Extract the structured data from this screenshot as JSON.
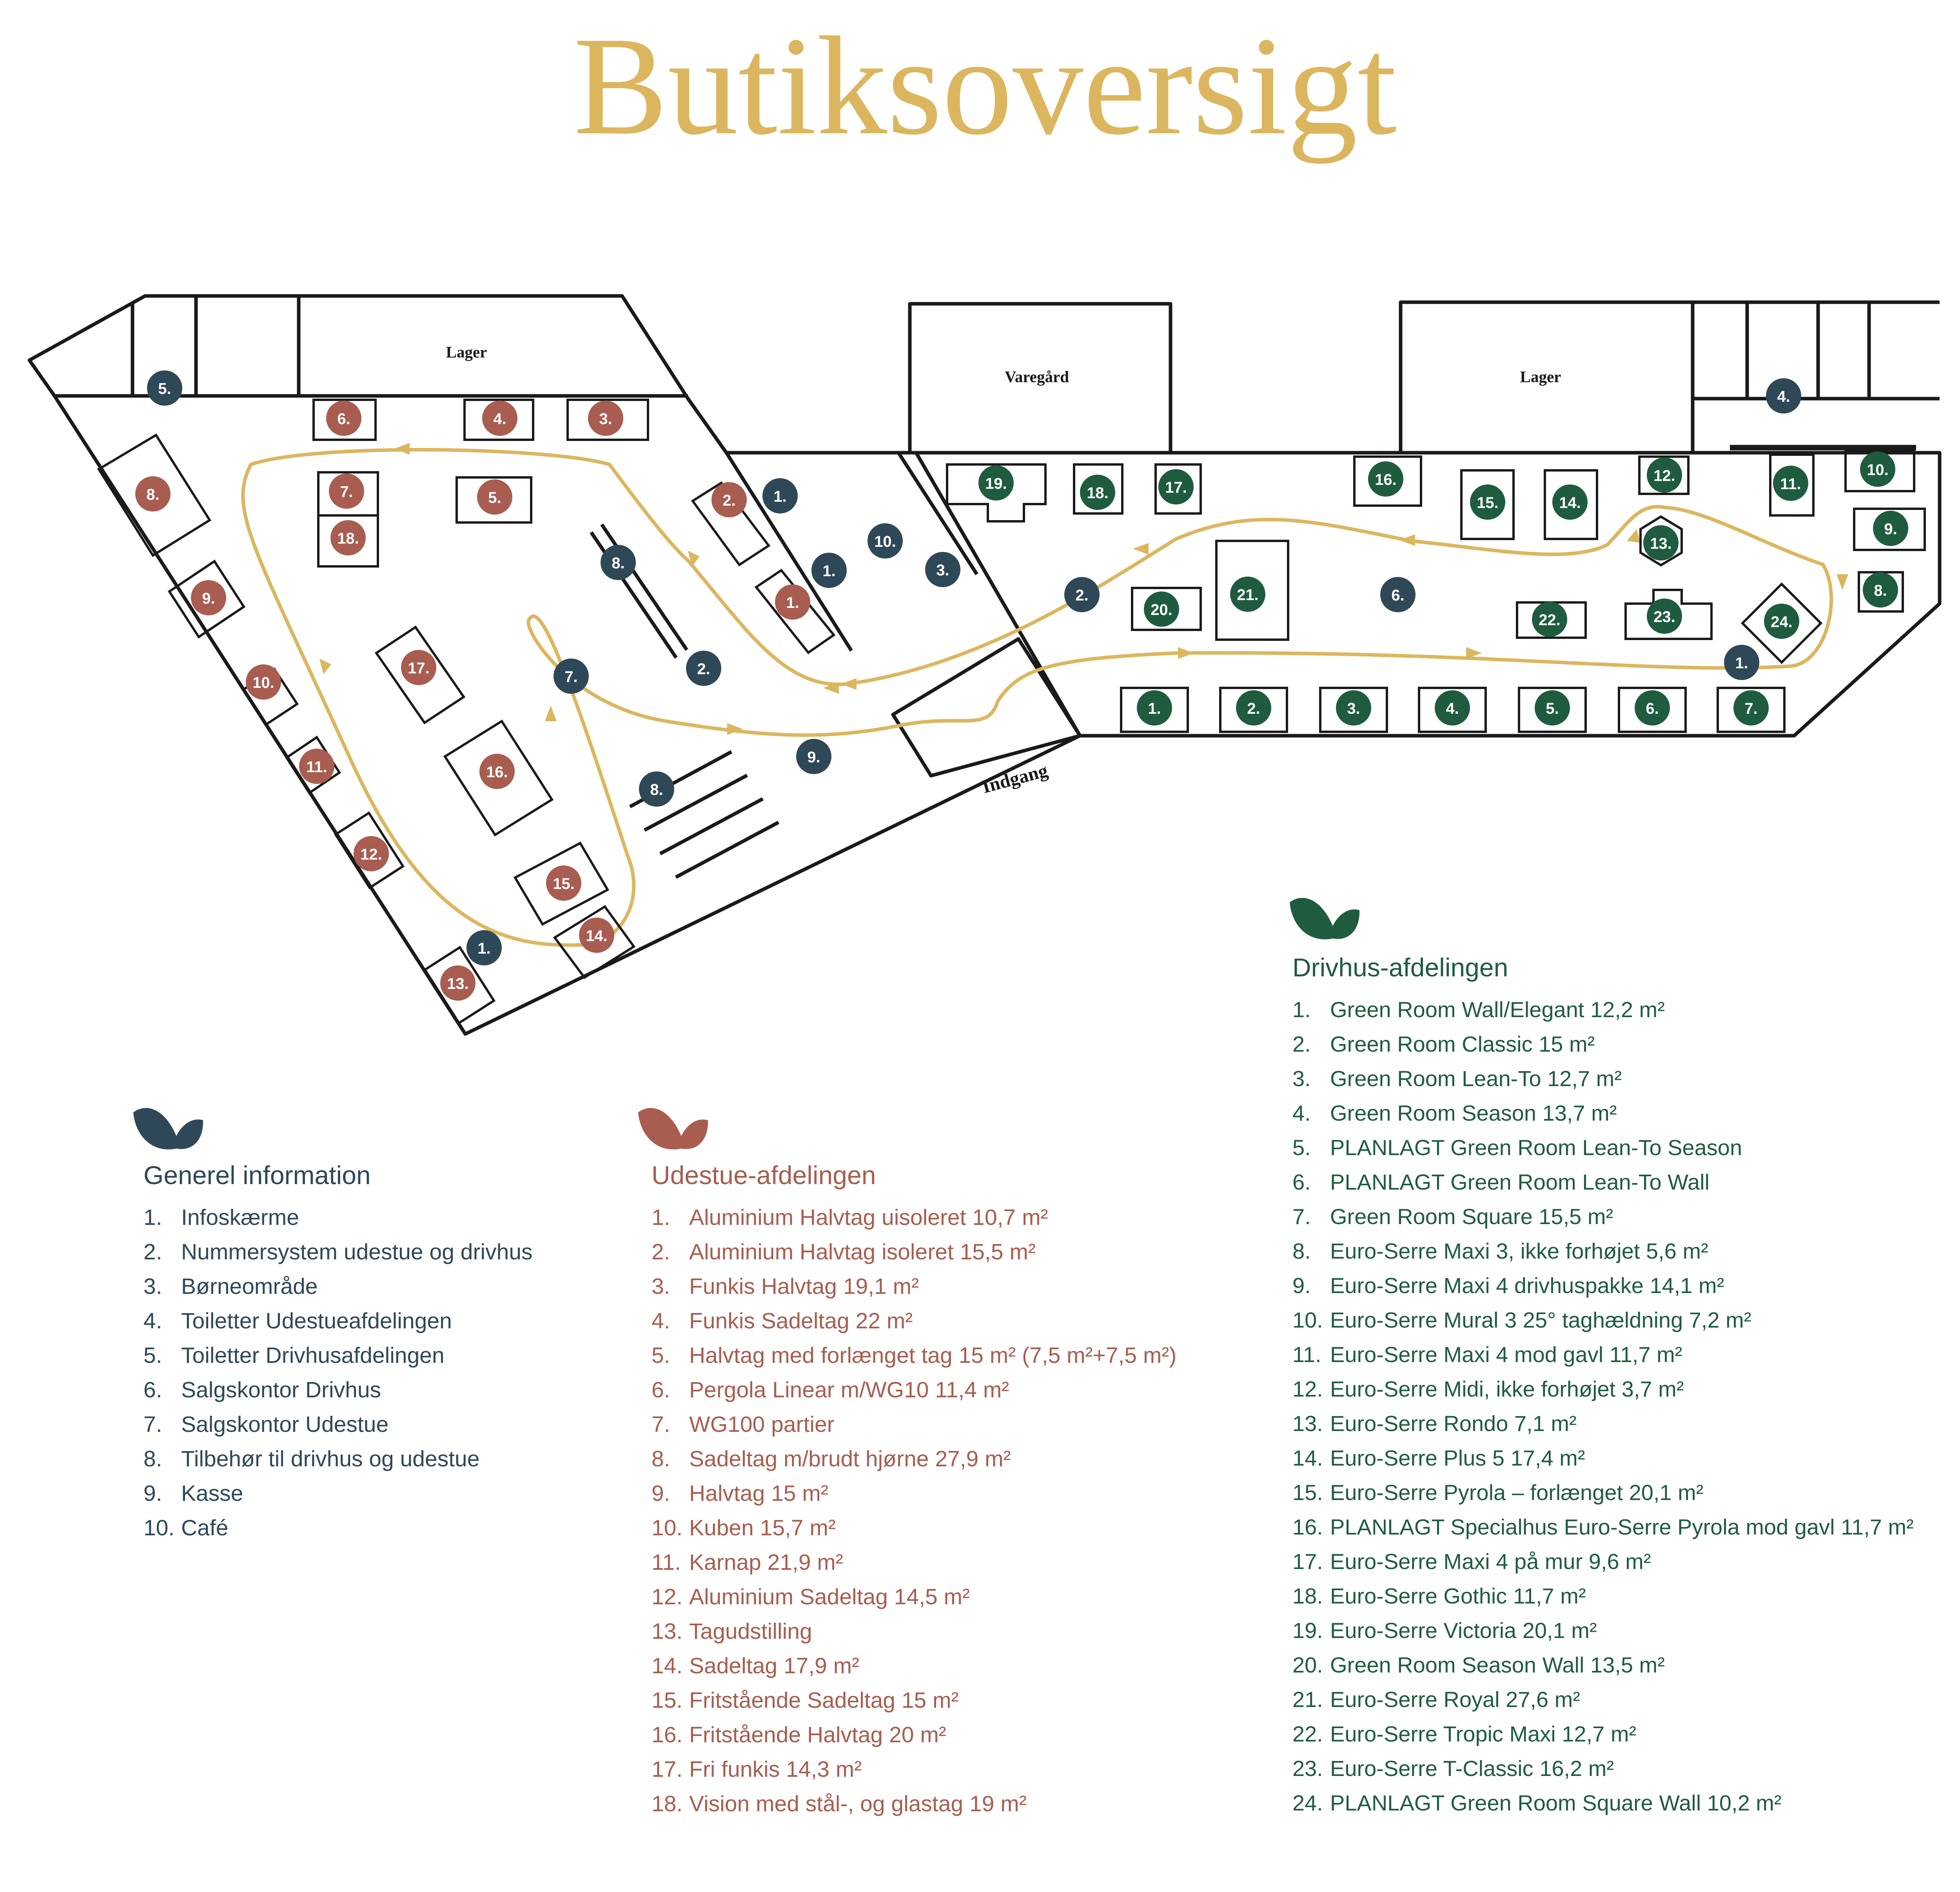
{
  "title": "Butiksoversigt",
  "colors": {
    "title_gold": "#dcb65f",
    "path_gold": "#dcb65f",
    "general": "#2f4858",
    "udestue": "#a85d50",
    "drivhus": "#1f5c3f",
    "line": "#1a1a1a"
  },
  "map": {
    "room_labels": {
      "lager_left": "Lager",
      "varegard": "Varegård",
      "lager_right": "Lager",
      "indgang": "Indgang"
    },
    "markers": {
      "general": [
        "5.",
        "4.",
        "1.",
        "1.",
        "1.",
        "1.",
        "10.",
        "3.",
        "8.",
        "2.",
        "7.",
        "2.",
        "9.",
        "8.",
        "6."
      ],
      "udestue": [
        "6.",
        "4.",
        "3.",
        "7.",
        "5.",
        "18.",
        "8.",
        "2.",
        "1.",
        "9.",
        "10.",
        "11.",
        "12.",
        "17.",
        "16.",
        "15.",
        "14.",
        "13."
      ],
      "drivhus": [
        "19.",
        "18.",
        "17.",
        "16.",
        "15.",
        "14.",
        "12.",
        "11.",
        "10.",
        "9.",
        "8.",
        "13.",
        "20.",
        "21.",
        "22.",
        "23.",
        "24.",
        "1.",
        "2.",
        "3.",
        "4.",
        "5.",
        "6.",
        "7."
      ]
    }
  },
  "legend": {
    "general": {
      "icon": "leaf-icon",
      "title": "Generel information",
      "items": [
        {
          "num": "1.",
          "text": "Infoskærme"
        },
        {
          "num": "2.",
          "text": "Nummersystem udestue og drivhus"
        },
        {
          "num": "3.",
          "text": "Børneområde"
        },
        {
          "num": "4.",
          "text": "Toiletter Udestueafdelingen"
        },
        {
          "num": "5.",
          "text": "Toiletter Drivhusafdelingen"
        },
        {
          "num": "6.",
          "text": "Salgskontor Drivhus"
        },
        {
          "num": "7.",
          "text": "Salgskontor Udestue"
        },
        {
          "num": "8.",
          "text": "Tilbehør til drivhus og udestue"
        },
        {
          "num": "9.",
          "text": "Kasse"
        },
        {
          "num": "10.",
          "text": "Café"
        }
      ]
    },
    "udestue": {
      "icon": "leaf-icon",
      "title": "Udestue-afdelingen",
      "items": [
        {
          "num": "1.",
          "text": "Aluminium Halvtag uisoleret 10,7 m²"
        },
        {
          "num": "2.",
          "text": "Aluminium Halvtag isoleret 15,5 m²"
        },
        {
          "num": "3.",
          "text": "Funkis Halvtag 19,1 m²"
        },
        {
          "num": "4.",
          "text": "Funkis Sadeltag 22 m²"
        },
        {
          "num": "5.",
          "text": "Halvtag med forlænget tag 15 m² (7,5 m²+7,5 m²)"
        },
        {
          "num": "6.",
          "text": "Pergola Linear m/WG10 11,4 m²"
        },
        {
          "num": "7.",
          "text": "WG100 partier"
        },
        {
          "num": "8.",
          "text": "Sadeltag m/brudt hjørne 27,9 m²"
        },
        {
          "num": "9.",
          "text": "Halvtag 15 m²"
        },
        {
          "num": "10.",
          "text": "Kuben 15,7 m²"
        },
        {
          "num": "11.",
          "text": "Karnap 21,9 m²"
        },
        {
          "num": "12.",
          "text": "Aluminium Sadeltag 14,5 m²"
        },
        {
          "num": "13.",
          "text": "Tagudstilling"
        },
        {
          "num": "14.",
          "text": "Sadeltag 17,9 m²"
        },
        {
          "num": "15.",
          "text": "Fritstående Sadeltag 15 m²"
        },
        {
          "num": "16.",
          "text": "Fritstående Halvtag 20 m²"
        },
        {
          "num": "17.",
          "text": "Fri funkis 14,3 m²"
        },
        {
          "num": "18.",
          "text": "Vision med stål-, og glastag 19 m²"
        }
      ]
    },
    "drivhus": {
      "icon": "leaf-icon",
      "title": "Drivhus-afdelingen",
      "items": [
        {
          "num": "1.",
          "text": "Green Room Wall/Elegant 12,2 m²"
        },
        {
          "num": "2.",
          "text": "Green Room Classic 15 m²"
        },
        {
          "num": "3.",
          "text": "Green Room Lean-To 12,7 m²"
        },
        {
          "num": "4.",
          "text": "Green Room Season 13,7 m²"
        },
        {
          "num": "5.",
          "text": "PLANLAGT Green Room Lean-To Season"
        },
        {
          "num": "6.",
          "text": "PLANLAGT Green Room Lean-To Wall"
        },
        {
          "num": "7.",
          "text": "Green Room Square 15,5 m²"
        },
        {
          "num": "8.",
          "text": "Euro-Serre Maxi 3, ikke forhøjet 5,6 m²"
        },
        {
          "num": "9.",
          "text": "Euro-Serre Maxi 4 drivhuspakke 14,1 m²"
        },
        {
          "num": "10.",
          "text": "Euro-Serre Mural 3 25° taghældning 7,2 m²"
        },
        {
          "num": "11.",
          "text": "Euro-Serre Maxi 4 mod gavl 11,7 m²"
        },
        {
          "num": "12.",
          "text": "Euro-Serre Midi, ikke forhøjet 3,7 m²"
        },
        {
          "num": "13.",
          "text": "Euro-Serre Rondo 7,1 m²"
        },
        {
          "num": "14.",
          "text": "Euro-Serre Plus 5 17,4 m²"
        },
        {
          "num": "15.",
          "text": "Euro-Serre Pyrola – forlænget 20,1 m²"
        },
        {
          "num": "16.",
          "text": "PLANLAGT Specialhus Euro-Serre Pyrola mod gavl 11,7 m²"
        },
        {
          "num": "17.",
          "text": "Euro-Serre Maxi 4 på mur 9,6 m²"
        },
        {
          "num": "18.",
          "text": "Euro-Serre Gothic 11,7 m²"
        },
        {
          "num": "19.",
          "text": "Euro-Serre Victoria 20,1 m²"
        },
        {
          "num": "20.",
          "text": "Green Room Season Wall 13,5 m²"
        },
        {
          "num": "21.",
          "text": "Euro-Serre Royal 27,6 m²"
        },
        {
          "num": "22.",
          "text": "Euro-Serre Tropic Maxi 12,7 m²"
        },
        {
          "num": "23.",
          "text": "Euro-Serre T-Classic 16,2 m²"
        },
        {
          "num": "24.",
          "text": "PLANLAGT Green Room Square Wall 10,2 m²"
        }
      ]
    }
  }
}
